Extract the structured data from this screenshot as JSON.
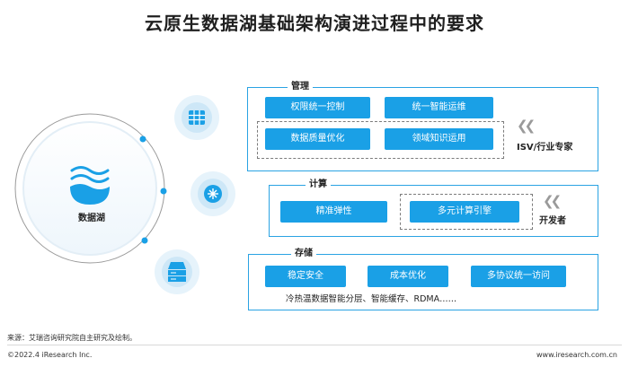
{
  "title": "云原生数据湖基础架构演进过程中的要求",
  "data_lake": {
    "label": "数据湖"
  },
  "sections": {
    "management": {
      "label": "管理",
      "items": [
        "权限统一控制",
        "统一智能运维",
        "数据质量优化",
        "领域知识运用"
      ],
      "side_label": "ISV/行业专家"
    },
    "compute": {
      "label": "计算",
      "items": [
        "精准弹性",
        "多元计算引擎"
      ],
      "side_label": "开发者"
    },
    "storage": {
      "label": "存储",
      "items": [
        "稳定安全",
        "成本优化",
        "多协议统一访问"
      ],
      "note": "冷热温数据智能分层、智能缓存、RDMA……"
    }
  },
  "chevron": "❮❮",
  "footer": {
    "source": "来源：艾瑞咨询研究院自主研究及绘制。",
    "copyright": "©2022.4 iResearch Inc.",
    "website": "www.iresearch.com.cn"
  },
  "colors": {
    "accent": "#1aa0e6",
    "panel_border": "#2aa3e3",
    "ring": "#cfe9f8"
  }
}
